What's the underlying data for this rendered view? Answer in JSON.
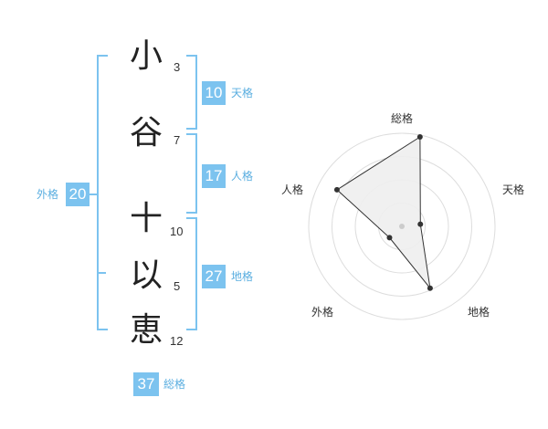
{
  "name": {
    "characters": [
      "小",
      "谷",
      "十",
      "以",
      "恵"
    ],
    "strokes": [
      "3",
      "7",
      "10",
      "5",
      "12"
    ]
  },
  "kaku": {
    "tenkaku": {
      "label": "天格",
      "value": "10"
    },
    "jinkaku": {
      "label": "人格",
      "value": "17"
    },
    "chikaku": {
      "label": "地格",
      "value": "27"
    },
    "gaikaku": {
      "label": "外格",
      "value": "20"
    },
    "soukaku": {
      "label": "総格",
      "value": "37"
    }
  },
  "radar": {
    "axes": [
      "総格",
      "天格",
      "地格",
      "外格",
      "人格"
    ],
    "levels": 4,
    "values_fraction": [
      0.98,
      0.2,
      0.73,
      0.18,
      0.8
    ]
  }
}
